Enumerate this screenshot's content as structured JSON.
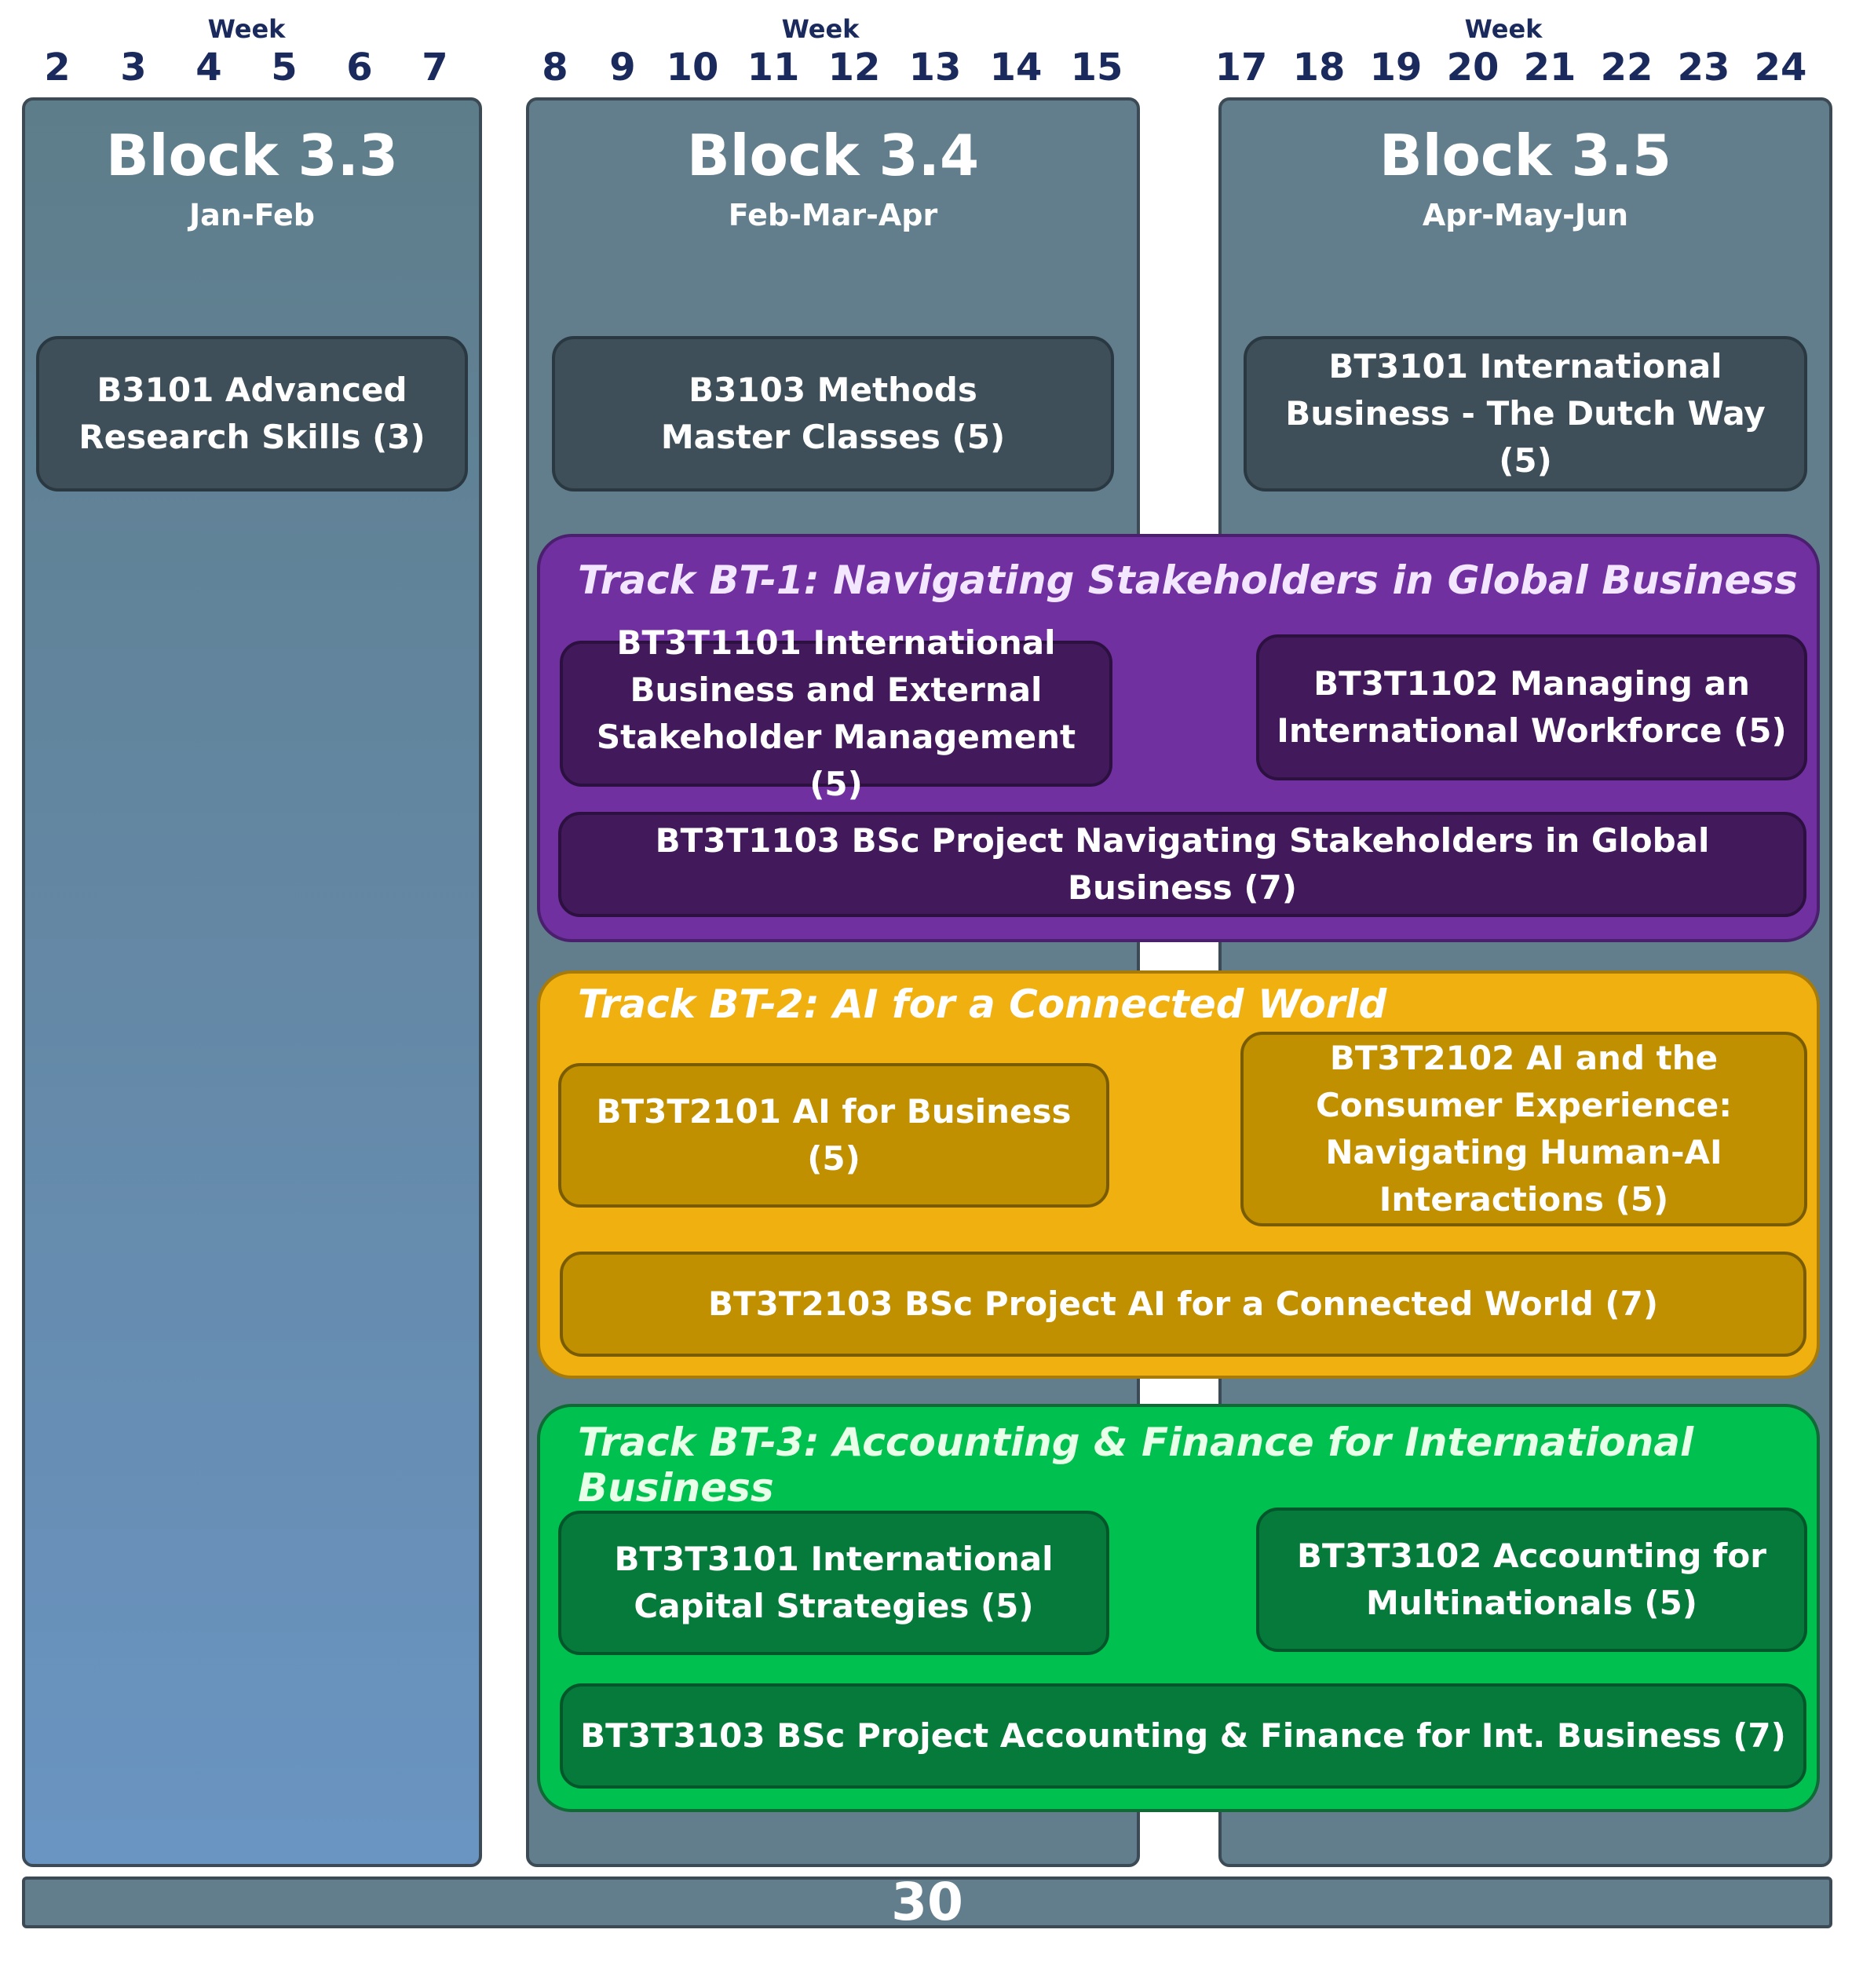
{
  "week_header_label": "Week",
  "blocks": [
    {
      "title": "Block 3.3",
      "period": "Jan-Feb",
      "weeks": [
        "2",
        "3",
        "4",
        "5",
        "6",
        "7"
      ]
    },
    {
      "title": "Block 3.4",
      "period": "Feb-Mar-Apr",
      "weeks": [
        "8",
        "9",
        "10",
        "11",
        "12",
        "13",
        "14",
        "15"
      ]
    },
    {
      "title": "Block 3.5",
      "period": "Apr-May-Jun",
      "weeks": [
        "17",
        "18",
        "19",
        "20",
        "21",
        "22",
        "23",
        "24"
      ]
    }
  ],
  "core_courses": [
    {
      "line1": "B3101 Advanced",
      "line2": "Research Skills (3)"
    },
    {
      "line1": "B3103 Methods",
      "line2": "Master Classes (5)"
    },
    {
      "line1": "BT3101 International",
      "line2": "Business - The Dutch Way (5)"
    }
  ],
  "tracks": [
    {
      "title": "Track BT-1: Navigating Stakeholders in Global Business",
      "color": "#7030a0",
      "course_a": [
        "BT3T1101 International",
        "Business and External",
        "Stakeholder Management (5)"
      ],
      "course_b": [
        "BT3T1102 Managing an",
        "International Workforce (5)"
      ],
      "project": "BT3T1103 BSc Project Navigating Stakeholders in Global Business (7)"
    },
    {
      "title": "Track BT-2: AI for a Connected World",
      "color": "#f0b010",
      "course_a": [
        "BT3T2101 AI for Business (5)"
      ],
      "course_b": [
        "BT3T2102 AI and the",
        "Consumer Experience:",
        "Navigating Human-AI",
        "Interactions (5)"
      ],
      "project": "BT3T2103 BSc Project AI for a Connected World (7)"
    },
    {
      "title": "Track BT-3: Accounting & Finance for International Business",
      "color": "#00c050",
      "course_a": [
        "BT3T3101 International",
        "Capital Strategies (5)"
      ],
      "course_b": [
        "BT3T3102 Accounting for",
        "Multinationals (5)"
      ],
      "project": "BT3T3103 BSc Project Accounting & Finance for Int. Business (7)"
    }
  ],
  "total_credits": "30"
}
